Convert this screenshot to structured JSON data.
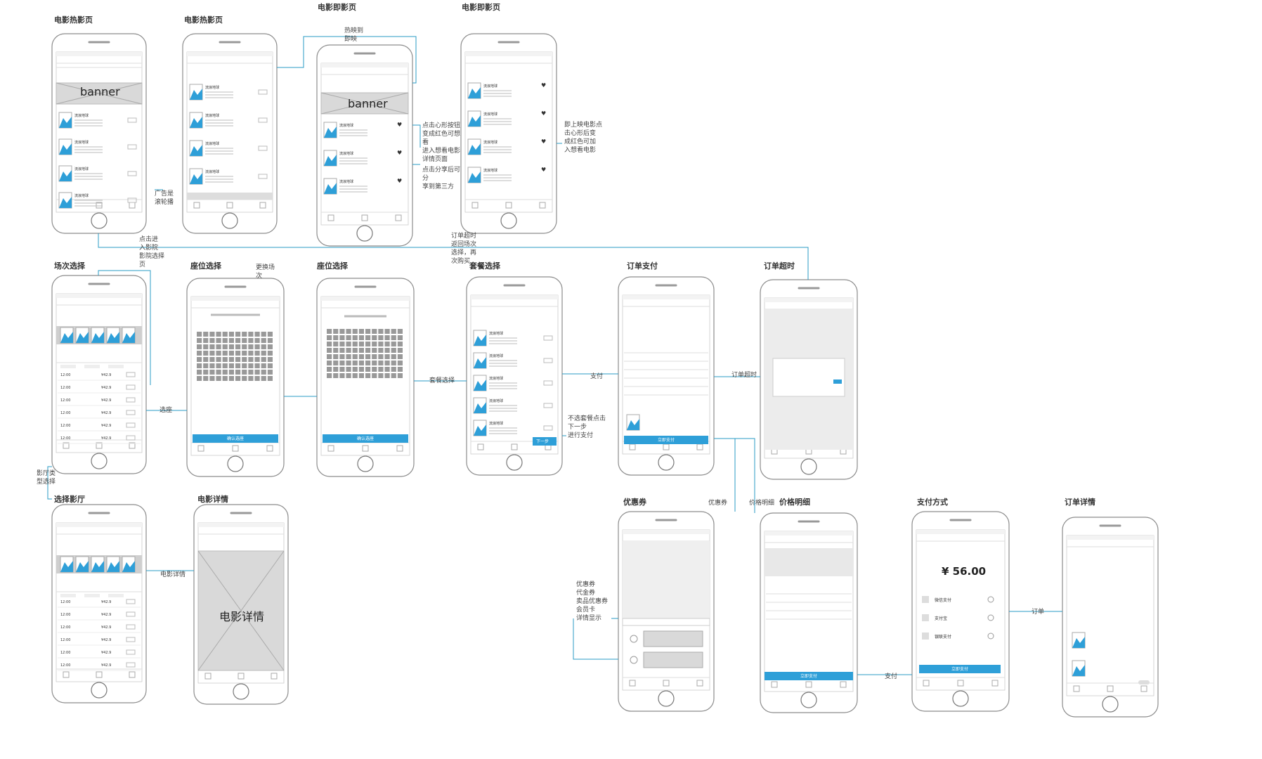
{
  "screens": {
    "hot1": "电影热影页",
    "hot2": "电影热影页",
    "coming1": "电影即影页",
    "coming2": "电影即影页",
    "showtime": "场次选择",
    "seat1": "座位选择",
    "seat2": "座位选择",
    "meal": "套餐选择",
    "pay": "订单支付",
    "timeout": "订单超时",
    "cinema": "选择影厅",
    "detail": "电影详情",
    "coupon": "优惠券",
    "price": "价格明细",
    "paymethod": "支付方式",
    "orderdetail": "订单详情"
  },
  "labels": {
    "banner1": "banner",
    "banner2": "banner",
    "detail_big": "电影详情",
    "amount": "¥ 56.00",
    "ad_carousel": "广告是\n滚轮播",
    "hot_to_coming": "热映到\n即映",
    "wishlist_note": "点击心形按钮\n变成红色可想看\n进入想看电影\n详情页面",
    "share_note": "点击分享后可分\n享到第三方",
    "coming_note": "即上映电影点\n击心形后变\n成红色可加\n入想看电影",
    "click_movie": "点击进\n入影院\n影院选择\n页",
    "order_expire": "订单超时\n返回场次\n选择，再\n次购买",
    "change_showtime": "更换场\n次",
    "select_seat": "选座",
    "pick_meal": "套餐选择",
    "pay": "支付",
    "order_timeout": "订单超时",
    "no_meal": "不选套餐点击\n下一步\n进行支付",
    "hall_type": "影厅类\n型选择",
    "movie_detail": "电影详情",
    "coupon_link": "优惠券",
    "price_detail": "价格明细",
    "coupon_types": "优惠券\n代金券\n卖品优惠券\n会员卡\n详情显示",
    "pay2": "支付",
    "pay3": "订单"
  },
  "phone_labels": {
    "confirm": "确认选座",
    "next": "下一步",
    "paynow": "立即支付",
    "wechat": "微信支付",
    "alipay": "支付宝",
    "unionpay": "银联支付",
    "price_row": "¥42.9",
    "movie": "流浪地球"
  },
  "colors": {
    "accent": "#2e9fd8",
    "frame": "#8c8c8c",
    "line": "#2a9bc4",
    "placeholder": "#d9d9d9"
  }
}
